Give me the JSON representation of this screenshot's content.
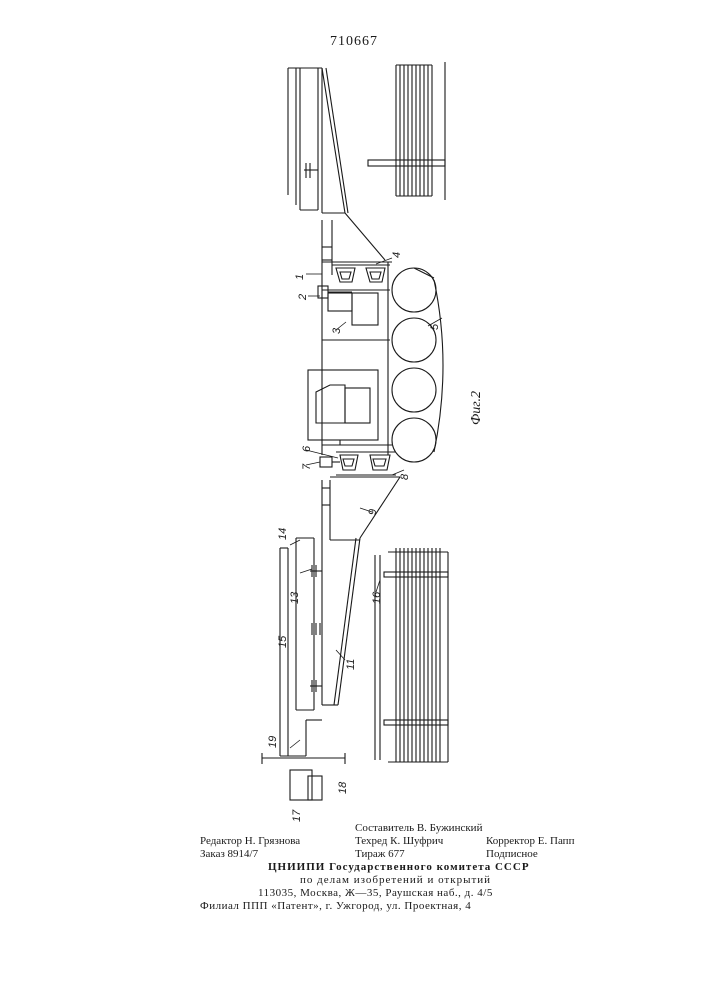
{
  "document": {
    "patent_number": "710667",
    "figure_caption": "Фиг.2",
    "part_labels": [
      "1",
      "2",
      "3",
      "4",
      "5",
      "6",
      "7",
      "8",
      "9",
      "11",
      "13",
      "14",
      "15",
      "16",
      "17",
      "18",
      "19"
    ]
  },
  "colophon": {
    "editor": "Редактор Н. Грязнова",
    "compiler": "Составитель В. Бужинский",
    "tech_editor": "Техред К. Шуфрич",
    "proofreader": "Корректор Е. Папп",
    "order": "Заказ 8914/7",
    "circulation": "Тираж 677",
    "subscription": "Подписное",
    "institute_line1": "ЦНИИПИ Государственного комитета СССР",
    "institute_line2": "по делам изобретений и открытий",
    "institute_address": "113035, Москва, Ж—35, Раушская наб., д. 4/5",
    "branch": "Филиал ППП «Патент», г. Ужгород, ул. Проектная, 4"
  }
}
